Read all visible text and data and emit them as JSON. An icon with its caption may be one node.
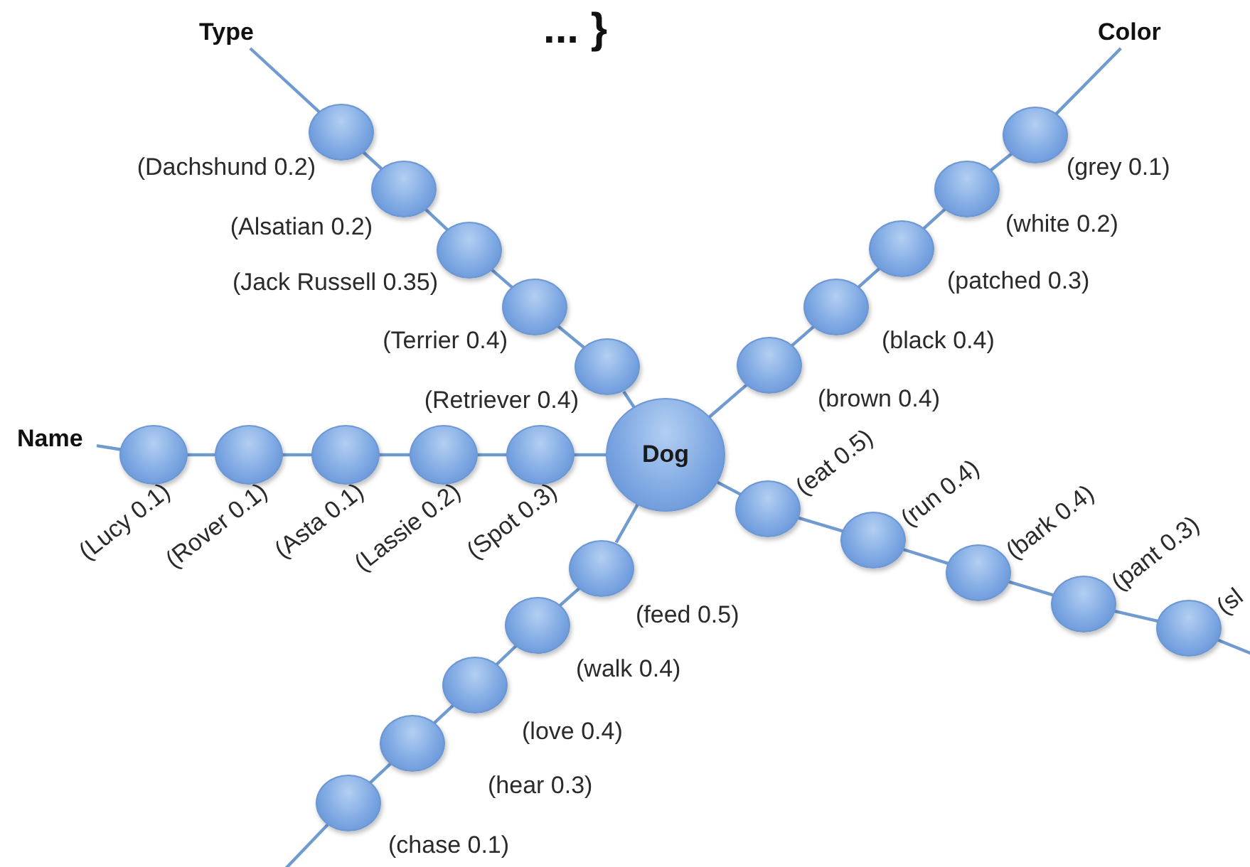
{
  "diagram": {
    "nodes": [
      {
        "text": [
          "Type"
        ]
      },
      {
        "text": [
          "Color"
        ]
      },
      {
        "text": [],
        "shape": "circle",
        "beside": [
          "(Dachshund 0.2)"
        ]
      },
      {
        "text": [],
        "shape": "circle",
        "beside": [
          "(Alsatian 0.2)"
        ]
      },
      {
        "text": [],
        "shape": "circle",
        "beside": [
          "(Jack Russell 0.35)"
        ]
      },
      {
        "text": [],
        "shape": "circle",
        "beside": [
          "(Terrier 0.4)"
        ]
      },
      {
        "text": [],
        "shape": "circle",
        "beside": [
          "(Retriever 0.4)"
        ]
      },
      {
        "text": [],
        "shape": "circle",
        "beside": [
          "(grey 0.1)"
        ]
      },
      {
        "text": [],
        "shape": "circle",
        "beside": [
          "(white 0.2)"
        ]
      },
      {
        "text": [],
        "shape": "circle",
        "beside": [
          "(patched 0.3)"
        ]
      },
      {
        "text": [],
        "shape": "circle",
        "beside": [
          "(black 0.4)"
        ]
      },
      {
        "text": [],
        "shape": "circle",
        "beside": [
          "(brown 0.4)"
        ]
      },
      {
        "text": [
          "Name"
        ]
      },
      {
        "text": [],
        "shape": "circle",
        "beside": [
          "(Lucy 0.1)"
        ]
      },
      {
        "text": [],
        "shape": "circle",
        "beside": [
          "(Rover 0.1)"
        ]
      },
      {
        "text": [],
        "shape": "circle",
        "beside": [
          "(Asta 0.1)"
        ]
      },
      {
        "text": [],
        "shape": "circle",
        "beside": [
          "(Lassie 0.2)"
        ]
      },
      {
        "text": [],
        "shape": "circle",
        "beside": [
          "(Spot 0.3)"
        ]
      },
      {
        "text": [
          "Dog"
        ]
      },
      {
        "text": [],
        "shape": "circle",
        "beside": [
          "(eat 0.5)"
        ]
      },
      {
        "text": [],
        "shape": "circle",
        "beside": [
          "(run 0.4)"
        ]
      },
      {
        "text": [],
        "shape": "circle",
        "beside": [
          "(bark 0.4)"
        ]
      },
      {
        "text": [],
        "shape": "circle",
        "beside": [
          "(pant 0.3)"
        ]
      },
      {
        "text": [],
        "shape": "circle",
        "beside": [
          "(sl"
        ]
      },
      {
        "text": [],
        "shape": "circle",
        "beside": [
          "(feed 0.5)"
        ]
      },
      {
        "text": [],
        "shape": "circle",
        "beside": [
          "(walk 0.4)"
        ]
      },
      {
        "text": [],
        "shape": "circle",
        "beside": [
          "(love 0.4)"
        ]
      },
      {
        "text": [],
        "shape": "circle",
        "beside": [
          "(hear 0.3)"
        ]
      },
      {
        "text": [],
        "shape": "circle",
        "beside": [
          "(chase 0.1)"
        ]
      }
    ],
    "edges": [
      {
        "from": 18,
        "to": 6,
        "arrow": "none"
      },
      {
        "from": 6,
        "to": 5,
        "arrow": "none"
      },
      {
        "from": 5,
        "to": 4,
        "arrow": "none"
      },
      {
        "from": 4,
        "to": 3,
        "arrow": "none"
      },
      {
        "from": 3,
        "to": 2,
        "arrow": "none"
      },
      {
        "from": 2,
        "to": 0,
        "arrow": "none"
      },
      {
        "from": 18,
        "to": 11,
        "arrow": "none"
      },
      {
        "from": 11,
        "to": 10,
        "arrow": "none"
      },
      {
        "from": 10,
        "to": 9,
        "arrow": "none"
      },
      {
        "from": 9,
        "to": 8,
        "arrow": "none"
      },
      {
        "from": 8,
        "to": 7,
        "arrow": "none"
      },
      {
        "from": 7,
        "to": 1,
        "arrow": "none"
      },
      {
        "from": 18,
        "to": 17,
        "arrow": "none"
      },
      {
        "from": 17,
        "to": 16,
        "arrow": "none"
      },
      {
        "from": 16,
        "to": 15,
        "arrow": "none"
      },
      {
        "from": 15,
        "to": 14,
        "arrow": "none"
      },
      {
        "from": 14,
        "to": 13,
        "arrow": "none"
      },
      {
        "from": 13,
        "to": 12,
        "arrow": "none"
      },
      {
        "from": 18,
        "to": 19,
        "arrow": "none"
      },
      {
        "from": 19,
        "to": 20,
        "arrow": "none"
      },
      {
        "from": 20,
        "to": 21,
        "arrow": "none"
      },
      {
        "from": 21,
        "to": 22,
        "arrow": "none"
      },
      {
        "from": 22,
        "to": 23,
        "arrow": "none"
      },
      {
        "from": 23,
        "to": null,
        "arrow": "none"
      },
      {
        "from": 18,
        "to": 24,
        "arrow": "none"
      },
      {
        "from": 24,
        "to": 25,
        "arrow": "none"
      },
      {
        "from": 25,
        "to": 26,
        "arrow": "none"
      },
      {
        "from": 26,
        "to": 27,
        "arrow": "none"
      },
      {
        "from": 27,
        "to": 28,
        "arrow": "none"
      },
      {
        "from": 28,
        "to": null,
        "arrow": "none"
      }
    ],
    "labels": [
      "... }"
    ]
  }
}
